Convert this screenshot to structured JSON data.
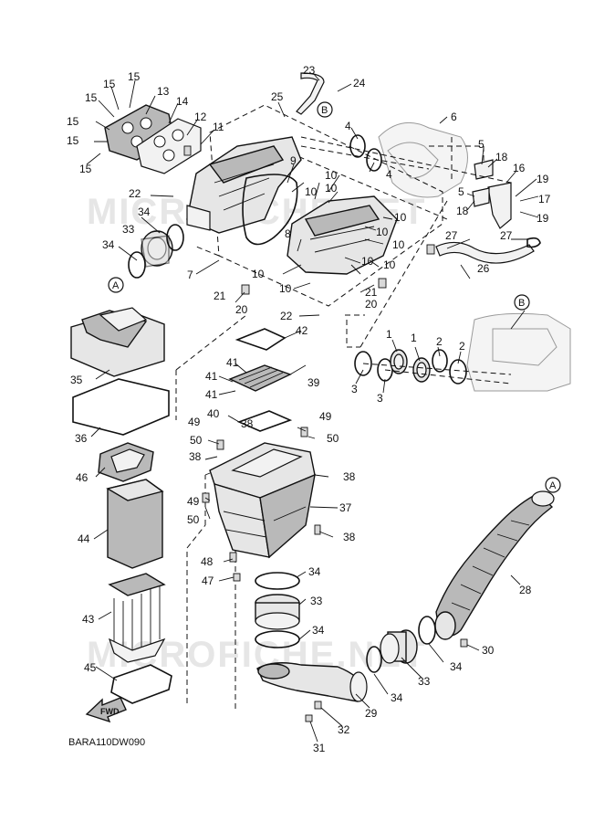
{
  "diagram": {
    "code": "BARA110DW090",
    "watermark_top": "MICROFICHE.NET",
    "watermark_bottom": "MICROFICHE.NET",
    "fwd_label": "FWD",
    "ref_A": "A",
    "ref_B": "B"
  },
  "callouts": {
    "c1a": "1",
    "c1b": "1",
    "c2a": "2",
    "c2b": "2",
    "c3a": "3",
    "c3b": "3",
    "c4a": "4",
    "c4b": "4",
    "c5a": "5",
    "c5b": "5",
    "c6": "6",
    "c7": "7",
    "c8": "8",
    "c9": "9",
    "c10a": "10",
    "c10b": "10",
    "c10c": "10",
    "c10d": "10",
    "c10e": "10",
    "c10f": "10",
    "c10g": "10",
    "c10h": "10",
    "c10i": "10",
    "c10j": "10",
    "c11": "11",
    "c12": "12",
    "c13": "13",
    "c14": "14",
    "c15a": "15",
    "c15b": "15",
    "c15c": "15",
    "c15d": "15",
    "c15e": "15",
    "c15f": "15",
    "c16": "16",
    "c17": "17",
    "c18a": "18",
    "c18b": "18",
    "c19a": "19",
    "c19b": "19",
    "c20a": "20",
    "c20b": "20",
    "c21a": "21",
    "c21b": "21",
    "c22a": "22",
    "c22b": "22",
    "c23": "23",
    "c24": "24",
    "c25": "25",
    "c26": "26",
    "c27a": "27",
    "c27b": "27",
    "c28": "28",
    "c29": "29",
    "c30": "30",
    "c31": "31",
    "c32": "32",
    "c33a": "33",
    "c33b": "33",
    "c33c": "33",
    "c34a": "34",
    "c34b": "34",
    "c34c": "34",
    "c34d": "34",
    "c34e": "34",
    "c34f": "34",
    "c35": "35",
    "c36": "36",
    "c37": "37",
    "c38a": "38",
    "c38b": "38",
    "c38c": "38",
    "c38d": "38",
    "c39": "39",
    "c40": "40",
    "c41a": "41",
    "c41b": "41",
    "c41c": "41",
    "c42": "42",
    "c43": "43",
    "c44": "44",
    "c45": "45",
    "c46": "46",
    "c47": "47",
    "c48": "48",
    "c49a": "49",
    "c49b": "49",
    "c49c": "49",
    "c50a": "50",
    "c50b": "50",
    "c50c": "50"
  }
}
